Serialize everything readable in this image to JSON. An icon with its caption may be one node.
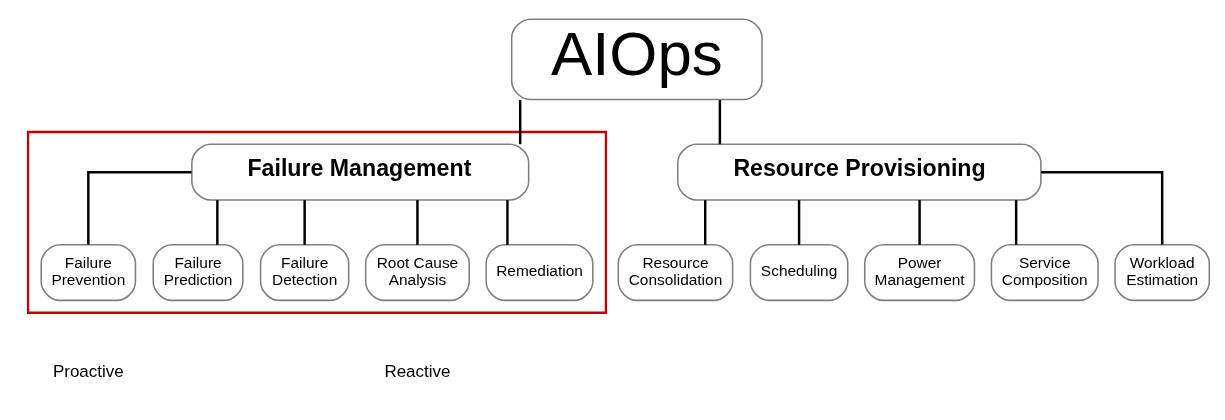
{
  "diagram": {
    "nodes": [
      {
        "text": [
          "AIOps"
        ]
      },
      {
        "text": [],
        "shape": "box"
      },
      {
        "text": [
          "Failure Management"
        ],
        "in": 1
      },
      {
        "text": [
          "Resource Provisioning"
        ]
      },
      {
        "text": [
          "Failure Prevention"
        ],
        "in": 1
      },
      {
        "text": [
          "Failure Prediction"
        ],
        "in": 1
      },
      {
        "text": [
          "Failure Detection"
        ],
        "in": 1
      },
      {
        "text": [
          "Root Cause Analysis"
        ],
        "in": 1
      },
      {
        "text": [
          "Remediation"
        ],
        "in": 1
      },
      {
        "text": [
          "Resource Consolidation"
        ]
      },
      {
        "text": [
          "Scheduling"
        ]
      },
      {
        "text": [
          "Power Management"
        ]
      },
      {
        "text": [
          "Service Composition"
        ]
      },
      {
        "text": [
          "Workload Estimation"
        ]
      }
    ],
    "edges": [
      {
        "from": 0,
        "to": 2,
        "arrow": "none"
      },
      {
        "from": 0,
        "to": 3,
        "arrow": "none"
      },
      {
        "from": 2,
        "to": 4,
        "arrow": "none"
      },
      {
        "from": 2,
        "to": 5,
        "arrow": "none"
      },
      {
        "from": 2,
        "to": 6,
        "arrow": "none"
      },
      {
        "from": 2,
        "to": 7,
        "arrow": "none"
      },
      {
        "from": 2,
        "to": 8,
        "arrow": "none"
      },
      {
        "from": 3,
        "to": 9,
        "arrow": "none"
      },
      {
        "from": 3,
        "to": 10,
        "arrow": "none"
      },
      {
        "from": 3,
        "to": 11,
        "arrow": "none"
      },
      {
        "from": 3,
        "to": 12,
        "arrow": "none"
      },
      {
        "from": 3,
        "to": 13,
        "arrow": "none"
      }
    ],
    "labels": [
      "Proactive",
      "Reactive"
    ]
  }
}
